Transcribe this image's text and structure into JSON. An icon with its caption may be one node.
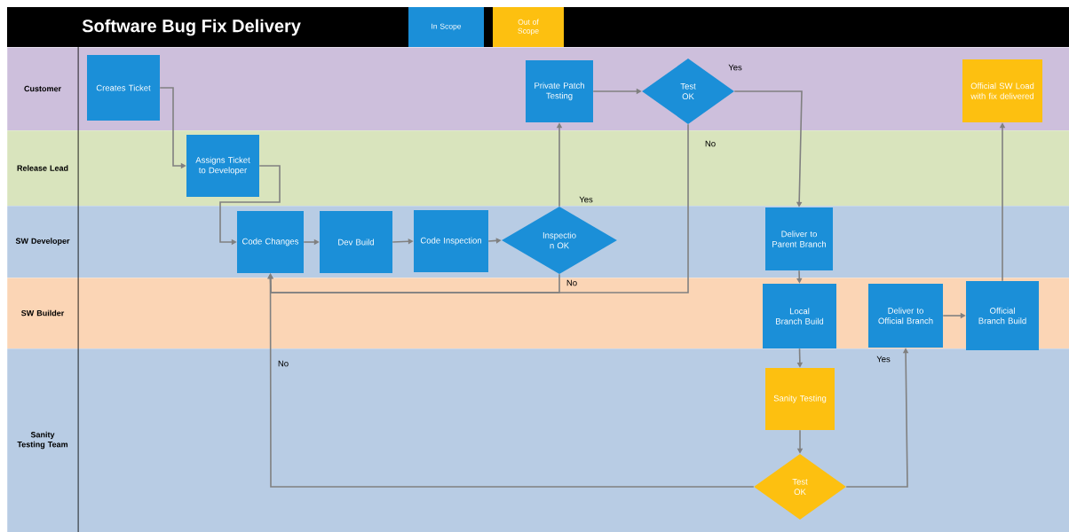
{
  "diagram": {
    "title": "Software Bug Fix Delivery",
    "nodes": [
      {
        "text": [
          "Customer"
        ]
      },
      {
        "text": [
          "Release Lead"
        ]
      },
      {
        "text": [
          "SW Developer"
        ]
      },
      {
        "text": [
          "SW Builder"
        ]
      },
      {
        "text": [
          "Sanity Testing Team"
        ]
      },
      {
        "text": [
          "Creates Ticket"
        ],
        "in": 0
      },
      {
        "text": [
          "Assigns Ticket to Developer"
        ],
        "in": 1
      },
      {
        "text": [
          "Code Changes"
        ],
        "in": 2
      },
      {
        "text": [
          "Dev Build"
        ],
        "in": 2
      },
      {
        "text": [
          "Code Inspection"
        ],
        "in": 2
      },
      {
        "text": [
          "Inspectio n OK"
        ],
        "in": 2
      },
      {
        "text": [
          "Private Patch Testing"
        ],
        "in": 0
      },
      {
        "text": [
          "Test OK"
        ],
        "in": 0
      },
      {
        "text": [
          "Deliver to Parent Branch"
        ],
        "in": 2
      },
      {
        "text": [
          "Local Branch Build"
        ],
        "in": 3
      },
      {
        "text": [
          "Sanity Testing"
        ],
        "in": 4
      },
      {
        "text": [
          "Test OK"
        ],
        "in": 4
      },
      {
        "text": [
          "Deliver to Official Branch"
        ],
        "in": 3
      },
      {
        "text": [
          "Official Branch Build"
        ],
        "in": 3
      },
      {
        "text": [
          "Official SW Load with fix delivered"
        ],
        "in": 0
      }
    ],
    "edges": [
      {
        "from": 5,
        "to": 6,
        "arrow": "to"
      },
      {
        "from": 6,
        "to": 7,
        "arrow": "to"
      },
      {
        "from": 7,
        "to": 8,
        "arrow": "to"
      },
      {
        "from": 8,
        "to": 9,
        "arrow": "to"
      },
      {
        "from": 9,
        "to": 10,
        "arrow": "to"
      },
      {
        "from": 10,
        "to": 11,
        "arrow": "to",
        "label": "Yes"
      },
      {
        "from": 10,
        "to": 7,
        "arrow": "to",
        "label": "No"
      },
      {
        "from": 11,
        "to": 12,
        "arrow": "to"
      },
      {
        "from": 12,
        "to": 13,
        "arrow": "to",
        "label": "Yes"
      },
      {
        "from": 12,
        "to": 7,
        "arrow": "to",
        "label": "No"
      },
      {
        "from": 13,
        "to": 14,
        "arrow": "to"
      },
      {
        "from": 14,
        "to": 15,
        "arrow": "to"
      },
      {
        "from": 15,
        "to": 16,
        "arrow": "to"
      },
      {
        "from": 16,
        "to": 7,
        "arrow": "to",
        "label": "No"
      },
      {
        "from": 16,
        "to": 17,
        "arrow": "to",
        "label": "Yes"
      },
      {
        "from": 17,
        "to": 18,
        "arrow": "to"
      },
      {
        "from": 18,
        "to": 19,
        "arrow": "to"
      }
    ],
    "legend": [
      {
        "text": "In Scope",
        "color": "#1b8fd8"
      },
      {
        "text": "Out of Scope",
        "color": "#fdc010"
      }
    ]
  }
}
